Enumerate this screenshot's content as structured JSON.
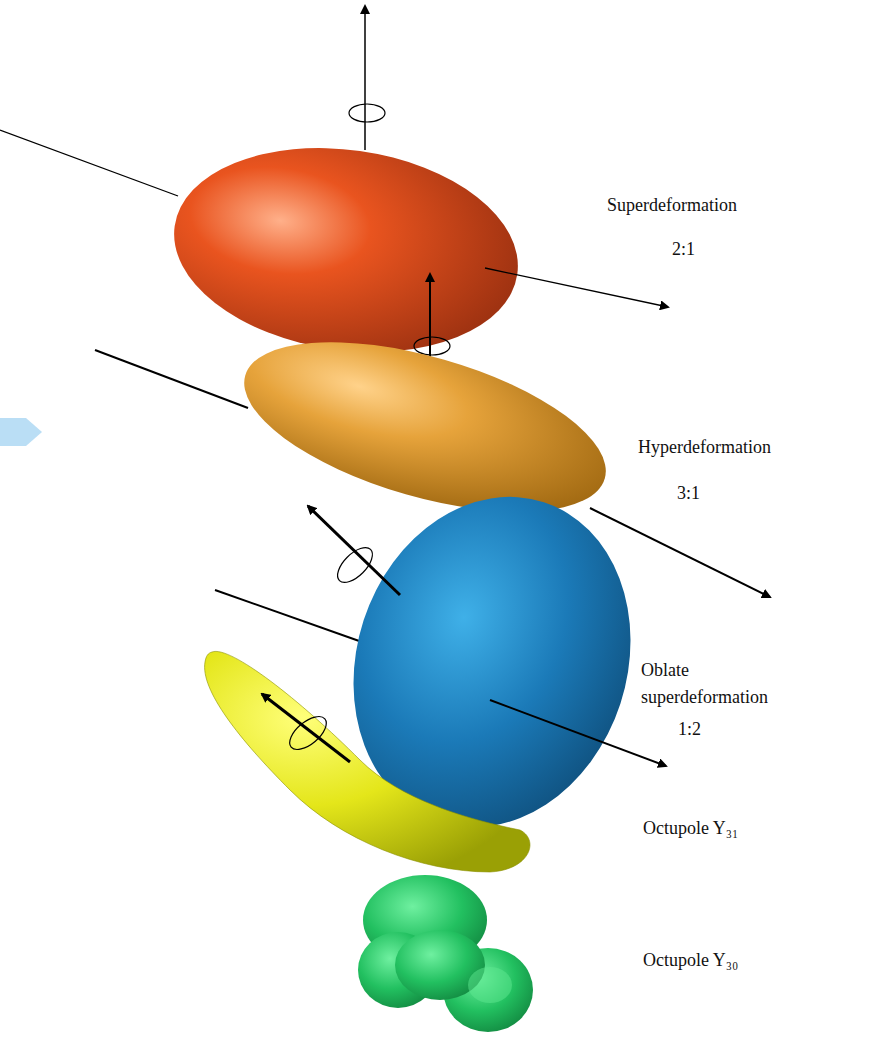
{
  "diagram": {
    "labels": [
      "Superdeformation",
      "2:1",
      "Hyperdeformation",
      "3:1",
      "Oblate superdeformation",
      "1:2",
      "Octupole Y₃₁",
      "Octupole Y₃₀"
    ]
  }
}
